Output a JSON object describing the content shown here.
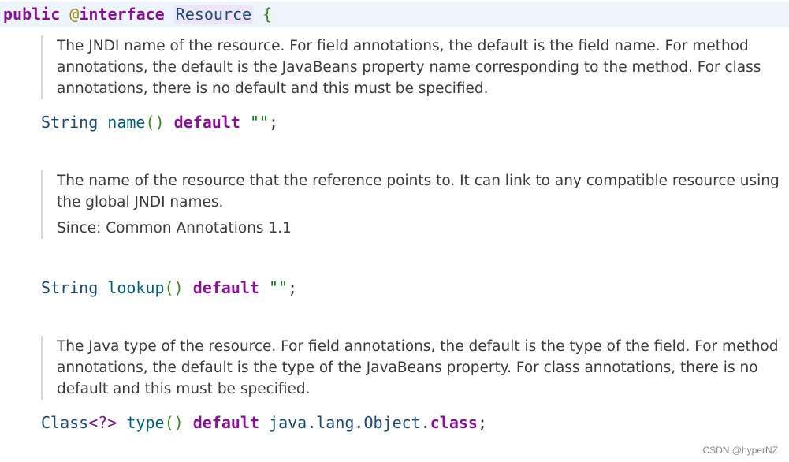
{
  "header": {
    "public": "public",
    "at": "@",
    "interface": "interface",
    "name": "Resource",
    "brace": "{"
  },
  "members": [
    {
      "doc": "The JNDI name of the resource. For field annotations, the default is the field name. For method annotations, the default is the JavaBeans property name corresponding to the method. For class annotations, there is no default and this must be specified.",
      "type": "String",
      "method": "name",
      "parens": "()",
      "default_kw": "default",
      "value": "\"\"",
      "semicolon": ";"
    },
    {
      "doc": "The name of the resource that the reference points to. It can link to any compatible resource using the global JNDI names.",
      "since": "Since: Common Annotations 1.1",
      "type": "String",
      "method": "lookup",
      "parens": "()",
      "default_kw": "default",
      "value": "\"\"",
      "semicolon": ";"
    },
    {
      "doc": "The Java type of the resource. For field annotations, the default is the type of the field. For method annotations, the default is the type of the JavaBeans property. For class annotations, there is no default and this must be specified.",
      "type": "Class",
      "generic": "<?>",
      "method": "type",
      "parens": "()",
      "default_kw": "default",
      "value_prefix": "java.lang.Object.",
      "value_class": "class",
      "semicolon": ";"
    }
  ],
  "watermark": "CSDN @hyperNZ"
}
